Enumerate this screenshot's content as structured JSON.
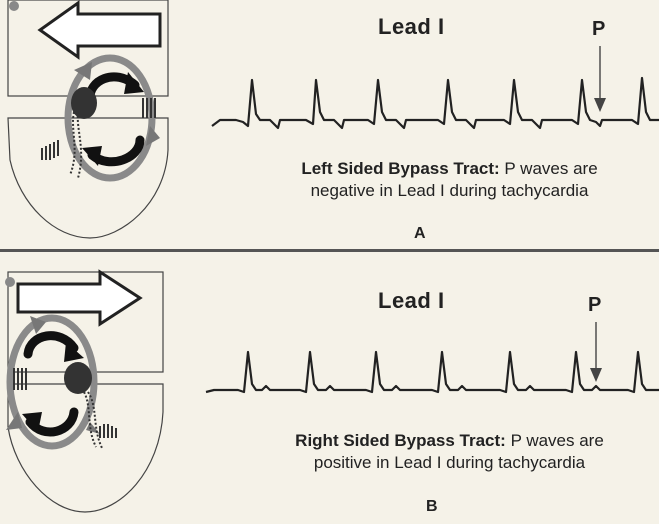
{
  "panels": [
    {
      "id": "A",
      "lead_title": "Lead I",
      "p_label": "P",
      "caption_bold": "Left Sided Bypass Tract:",
      "caption_rest_line1": " P waves are",
      "caption_line2": "negative in Lead I during tachycardia",
      "letter": "A",
      "arrow_direction": "left",
      "p_wave_polarity": "negative"
    },
    {
      "id": "B",
      "lead_title": "Lead I",
      "p_label": "P",
      "caption_bold": "Right Sided Bypass Tract:",
      "caption_rest_line1": " P waves are",
      "caption_line2": "positive in Lead I during tachycardia",
      "letter": "B",
      "arrow_direction": "right",
      "p_wave_polarity": "positive"
    }
  ],
  "colors": {
    "ink": "#222222",
    "ring": "#8a8a8a",
    "background": "#f5f2e8"
  },
  "icons": [
    "conduction-arrow-icon",
    "reentry-loop-icon",
    "down-arrow-icon"
  ]
}
